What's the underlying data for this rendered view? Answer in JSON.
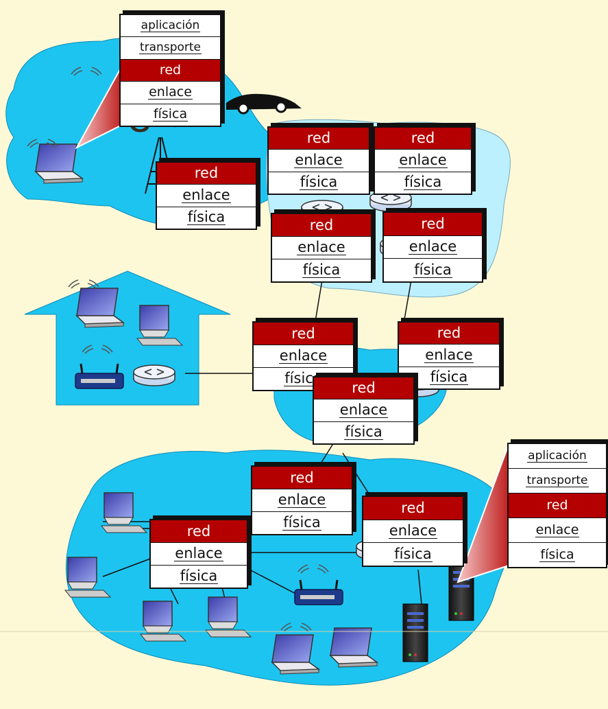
{
  "title_fragment": "e",
  "layers": {
    "application": "aplicación",
    "transport": "transporte",
    "network": "red",
    "link": "enlace",
    "physical": "física"
  },
  "colors": {
    "background": "#fdf9d7",
    "network_cloud": "#1ec4f0",
    "network_layer": "#b40000",
    "callout": "#e07070"
  },
  "icons": [
    "laptop-icon",
    "desktop-icon",
    "server-icon",
    "router-icon",
    "wifi-router-icon",
    "cell-tower-icon",
    "car-icon",
    "home-icon"
  ]
}
